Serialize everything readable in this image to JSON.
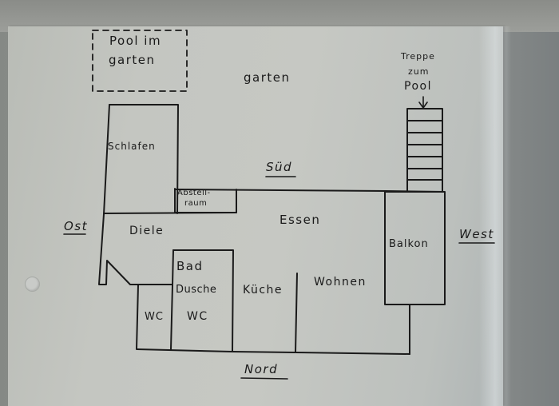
{
  "document": {
    "type": "hand-drawn floor plan",
    "medium": "pen on paper (photographed)"
  },
  "directions": {
    "north": "Nord",
    "south": "Süd",
    "east": "Ost",
    "west": "West"
  },
  "outdoor": {
    "garden": "garten",
    "pool_line1": "Pool im",
    "pool_line2": "garten",
    "stairs_line1": "Treppe",
    "stairs_line2": "zum",
    "stairs_line3": "Pool",
    "stair_steps": 7
  },
  "rooms": {
    "bedroom": "Schlafen",
    "storage_line1": "Abstell-",
    "storage_line2": "raum",
    "hallway": "Diele",
    "dining": "Essen",
    "balcony": "Balkon",
    "bath_line1": "Bad",
    "bath_line2": "Dusche",
    "bath_line3": "WC",
    "wc": "WC",
    "kitchen": "Küche",
    "living": "Wohnen"
  },
  "colors": {
    "ink": "#1a1a1a",
    "paper": "#c4c6c1",
    "background": "#8f9290"
  }
}
